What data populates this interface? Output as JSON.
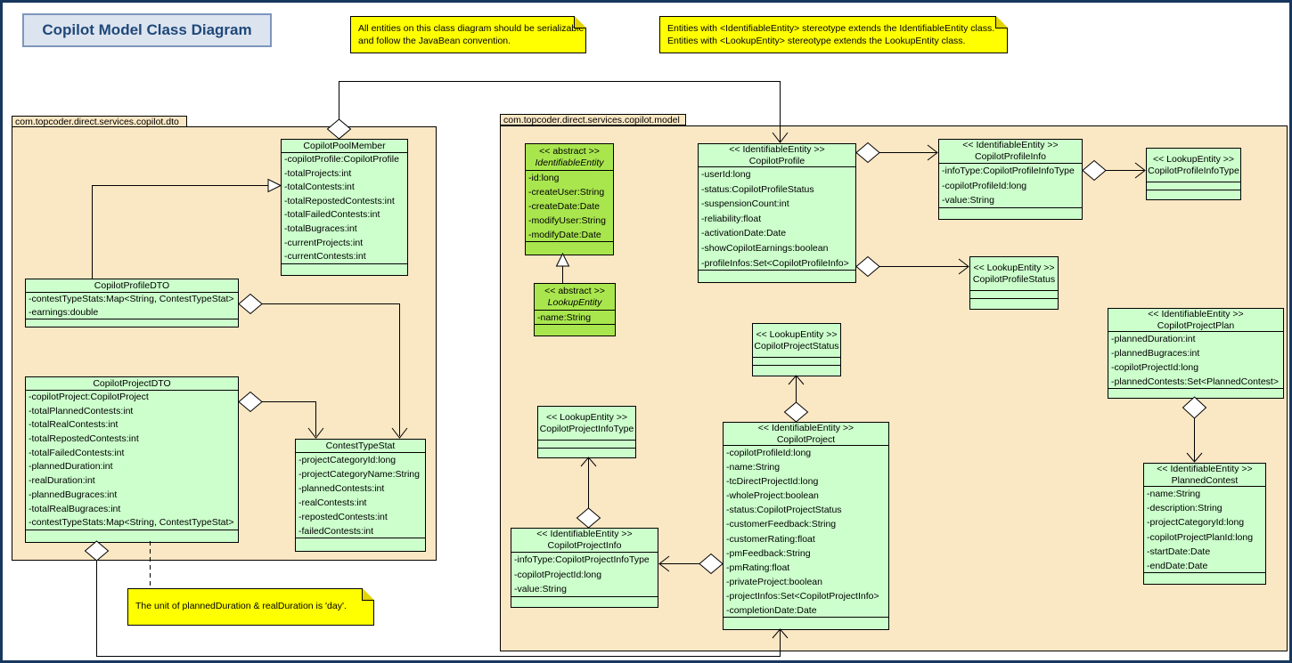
{
  "title": "Copilot Model Class Diagram",
  "notes": {
    "serializable": {
      "line1": "All entities on this class diagram should be serializable",
      "line2": "and follow the JavaBean convention."
    },
    "stereotypes": {
      "line1": "Entities with <IdentifiableEntity> stereotype extends the IdentifiableEntity class.",
      "line2": "Entities with <LookupEntity> stereotype extends the LookupEntity class."
    },
    "duration_unit": {
      "line1": "The unit of plannedDuration & realDuration is 'day'."
    }
  },
  "packages": [
    {
      "id": "dto",
      "name": "com.topcoder.direct.services.copilot.dto"
    },
    {
      "id": "model",
      "name": "com.topcoder.direct.services.copilot.model"
    }
  ],
  "colors": {
    "outer_border": "#17375E",
    "package_fill": "#FAE7C4",
    "class_fill": "#CCFFCC",
    "abstract_class_fill": "#A9E64E",
    "note_fill": "#FFFF00",
    "title_fill": "#DCE4F0",
    "title_text": "#1F4879"
  },
  "classes": [
    {
      "id": "copilotPoolMember",
      "package": "dto",
      "stereotype": null,
      "name": "CopilotPoolMember",
      "italic": false,
      "attributes": [
        "-copilotProfile:CopilotProfile",
        "-totalProjects:int",
        "-totalContests:int",
        "-totalRepostedContests:int",
        "-totalFailedContests:int",
        "-totalBugraces:int",
        "-currentProjects:int",
        "-currentContests:int"
      ]
    },
    {
      "id": "copilotProfileDTO",
      "package": "dto",
      "stereotype": null,
      "name": "CopilotProfileDTO",
      "italic": false,
      "attributes": [
        "-contestTypeStats:Map<String, ContestTypeStat>",
        "-earnings:double"
      ]
    },
    {
      "id": "copilotProjectDTO",
      "package": "dto",
      "stereotype": null,
      "name": "CopilotProjectDTO",
      "italic": false,
      "attributes": [
        "-copilotProject:CopilotProject",
        "-totalPlannedContests:int",
        "-totalRealContests:int",
        "-totalRepostedContests:int",
        "-totalFailedContests:int",
        "-plannedDuration:int",
        "-realDuration:int",
        "-plannedBugraces:int",
        "-totalRealBugraces:int",
        "-contestTypeStats:Map<String, ContestTypeStat>"
      ]
    },
    {
      "id": "contestTypeStat",
      "package": "dto",
      "stereotype": null,
      "name": "ContestTypeStat",
      "italic": false,
      "attributes": [
        "-projectCategoryId:long",
        "-projectCategoryName:String",
        "-plannedContests:int",
        "-realContests:int",
        "-repostedContests:int",
        "-failedContests:int"
      ]
    },
    {
      "id": "identifiableEntity",
      "package": "model",
      "stereotype": "<< abstract >>",
      "name": "IdentifiableEntity",
      "italic": true,
      "attributes": [
        "-id:long",
        "-createUser:String",
        "-createDate:Date",
        "-modifyUser:String",
        "-modifyDate:Date"
      ]
    },
    {
      "id": "lookupEntity",
      "package": "model",
      "stereotype": "<< abstract >>",
      "name": "LookupEntity",
      "italic": true,
      "attributes": [
        "-name:String"
      ]
    },
    {
      "id": "copilotProfile",
      "package": "model",
      "stereotype": "<< IdentifiableEntity >>",
      "name": "CopilotProfile",
      "italic": false,
      "attributes": [
        "-userId:long",
        "-status:CopilotProfileStatus",
        "-suspensionCount:int",
        "-reliability:float",
        "-activationDate:Date",
        "-showCopilotEarnings:boolean",
        "-profileInfos:Set<CopilotProfileInfo>"
      ]
    },
    {
      "id": "copilotProfileInfo",
      "package": "model",
      "stereotype": "<< IdentifiableEntity >>",
      "name": "CopilotProfileInfo",
      "italic": false,
      "attributes": [
        "-infoType:CopilotProfileInfoType",
        "-copilotProfileId:long",
        "-value:String"
      ]
    },
    {
      "id": "copilotProfileInfoType",
      "package": "model",
      "stereotype": "<< LookupEntity >>",
      "name": "CopilotProfileInfoType",
      "italic": false,
      "attributes": []
    },
    {
      "id": "copilotProfileStatus",
      "package": "model",
      "stereotype": "<< LookupEntity >>",
      "name": "CopilotProfileStatus",
      "italic": false,
      "attributes": []
    },
    {
      "id": "copilotProjectStatus",
      "package": "model",
      "stereotype": "<< LookupEntity >>",
      "name": "CopilotProjectStatus",
      "italic": false,
      "attributes": []
    },
    {
      "id": "copilotProjectInfoType",
      "package": "model",
      "stereotype": "<< LookupEntity >>",
      "name": "CopilotProjectInfoType",
      "italic": false,
      "attributes": []
    },
    {
      "id": "copilotProject",
      "package": "model",
      "stereotype": "<< IdentifiableEntity >>",
      "name": "CopilotProject",
      "italic": false,
      "attributes": [
        "-copilotProfileId:long",
        "-name:String",
        "-tcDirectProjectId:long",
        "-wholeProject:boolean",
        "-status:CopilotProjectStatus",
        "-customerFeedback:String",
        "-customerRating:float",
        "-pmFeedback:String",
        "-pmRating:float",
        "-privateProject:boolean",
        "-projectInfos:Set<CopilotProjectInfo>",
        "-completionDate:Date"
      ]
    },
    {
      "id": "copilotProjectInfo",
      "package": "model",
      "stereotype": "<< IdentifiableEntity >>",
      "name": "CopilotProjectInfo",
      "italic": false,
      "attributes": [
        "-infoType:CopilotProjectInfoType",
        "-copilotProjectId:long",
        "-value:String"
      ]
    },
    {
      "id": "copilotProjectPlan",
      "package": "model",
      "stereotype": "<< IdentifiableEntity >>",
      "name": "CopilotProjectPlan",
      "italic": false,
      "attributes": [
        "-plannedDuration:int",
        "-plannedBugraces:int",
        "-copilotProjectId:long",
        "-plannedContests:Set<PlannedContest>"
      ]
    },
    {
      "id": "plannedContest",
      "package": "model",
      "stereotype": "<< IdentifiableEntity >>",
      "name": "PlannedContest",
      "italic": false,
      "attributes": [
        "-name:String",
        "-description:String",
        "-projectCategoryId:long",
        "-copilotProjectPlanId:long",
        "-startDate:Date",
        "-endDate:Date"
      ]
    }
  ],
  "relationships": [
    {
      "type": "generalization",
      "from": "CopilotProfileDTO",
      "to": "CopilotPoolMember"
    },
    {
      "type": "aggregation",
      "from": "CopilotPoolMember",
      "to": "CopilotProfile"
    },
    {
      "type": "aggregation",
      "from": "CopilotProfileDTO",
      "to": "ContestTypeStat"
    },
    {
      "type": "aggregation",
      "from": "CopilotProjectDTO",
      "to": "ContestTypeStat"
    },
    {
      "type": "aggregation",
      "from": "CopilotProjectDTO",
      "to": "CopilotProject"
    },
    {
      "type": "generalization",
      "from": "LookupEntity",
      "to": "IdentifiableEntity"
    },
    {
      "type": "aggregation",
      "from": "CopilotProfile",
      "to": "CopilotProfileInfo"
    },
    {
      "type": "aggregation",
      "from": "CopilotProfileInfo",
      "to": "CopilotProfileInfoType"
    },
    {
      "type": "aggregation",
      "from": "CopilotProfile",
      "to": "CopilotProfileStatus"
    },
    {
      "type": "aggregation",
      "from": "CopilotProject",
      "to": "CopilotProjectStatus"
    },
    {
      "type": "aggregation",
      "from": "CopilotProjectInfo",
      "to": "CopilotProjectInfoType"
    },
    {
      "type": "aggregation",
      "from": "CopilotProject",
      "to": "CopilotProjectInfo"
    },
    {
      "type": "aggregation",
      "from": "CopilotProjectPlan",
      "to": "PlannedContest"
    },
    {
      "type": "note-anchor",
      "from": "CopilotProjectDTO",
      "to": "duration_unit note"
    }
  ]
}
